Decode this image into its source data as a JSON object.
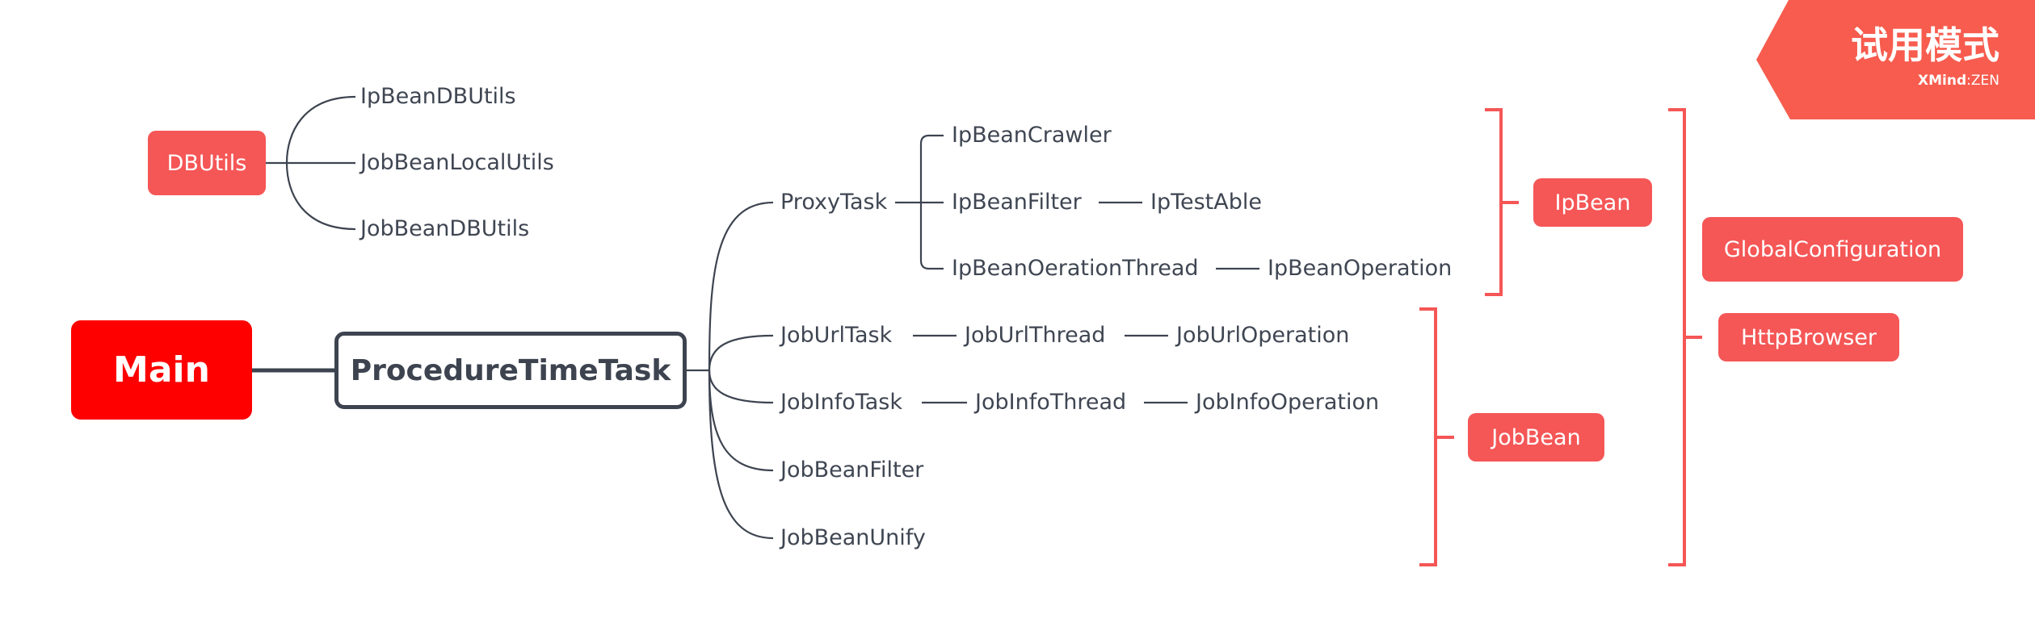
{
  "colors": {
    "main": "#fe0000",
    "accent": "#f55656",
    "bracket": "#f55656",
    "line": "#3d4450",
    "text": "#3f4652",
    "badge": "#f75c4e"
  },
  "watermark": {
    "title": "试用模式",
    "brand_bold": "XMind",
    "brand_sep": ":",
    "brand_light": "ZEN"
  },
  "main_node": "Main",
  "root_node": "ProcedureTimeTask",
  "dbutils": {
    "label": "DBUtils",
    "children": [
      "IpBeanDBUtils",
      "JobBeanLocalUtils",
      "JobBeanDBUtils"
    ]
  },
  "branches": {
    "proxy_task": "ProxyTask",
    "proxy_children": {
      "crawler": "IpBeanCrawler",
      "filter": "IpBeanFilter",
      "test_able": "IpTestAble",
      "thread": "IpBeanOerationThread",
      "operation": "IpBeanOperation"
    },
    "job_url": {
      "task": "JobUrlTask",
      "thread": "JobUrlThread",
      "operation": "JobUrlOperation"
    },
    "job_info": {
      "task": "JobInfoTask",
      "thread": "JobInfoThread",
      "operation": "JobInfoOperation"
    },
    "job_bean_filter": "JobBeanFilter",
    "job_bean_unify": "JobBeanUnify"
  },
  "summaries": {
    "ip_bean": "IpBean",
    "job_bean": "JobBean",
    "global_configuration": "GlobalConfiguration",
    "http_browser": "HttpBrowser"
  }
}
